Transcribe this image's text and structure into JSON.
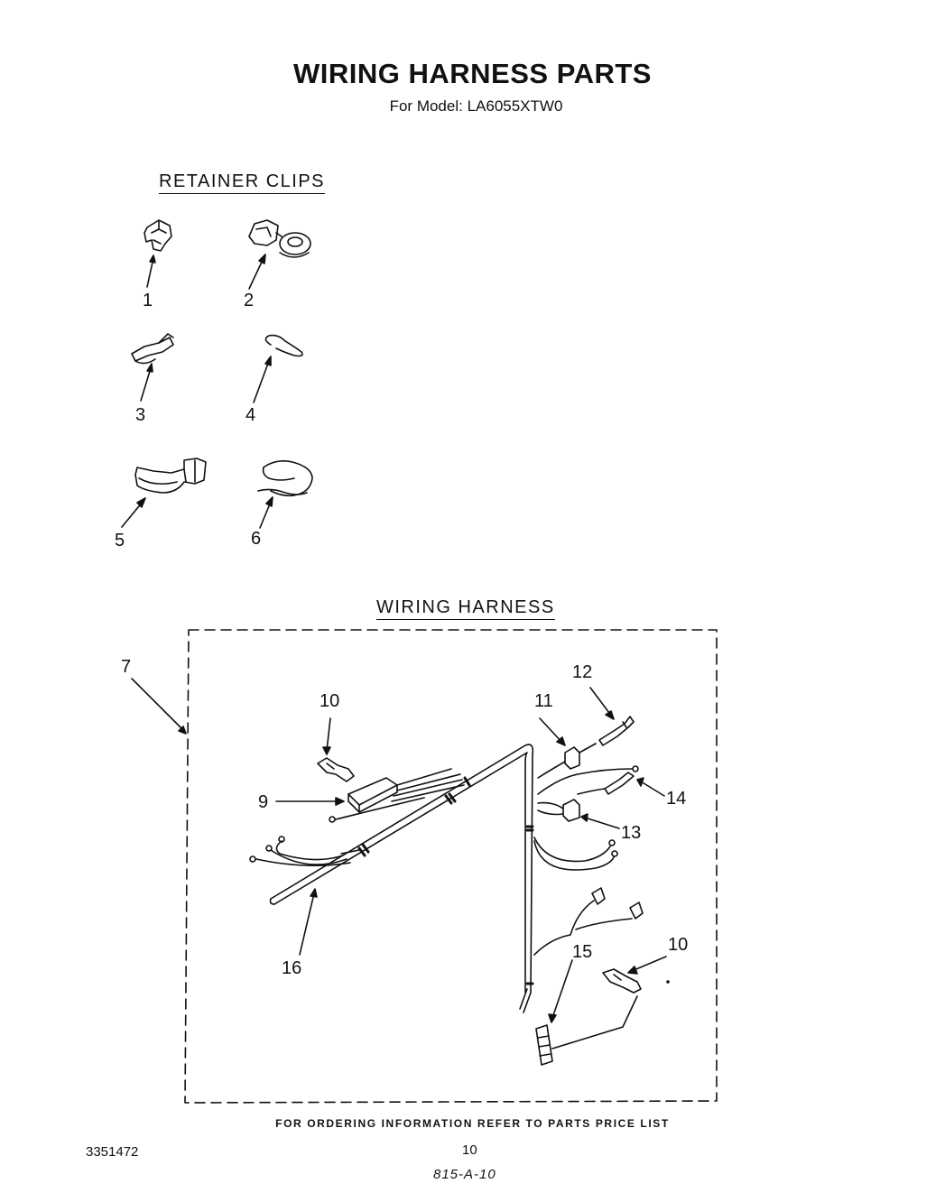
{
  "header": {
    "title": "WIRING HARNESS PARTS",
    "subtitle": "For Model: LA6055XTW0"
  },
  "sections": {
    "retainer_clips": "RETAINER CLIPS",
    "wiring_harness": "WIRING HARNESS"
  },
  "callouts": {
    "c1": "1",
    "c2": "2",
    "c3": "3",
    "c4": "4",
    "c5": "5",
    "c6": "6",
    "c7": "7",
    "c9": "9",
    "c10a": "10",
    "c10b": "10",
    "c11": "11",
    "c12": "12",
    "c13": "13",
    "c14": "14",
    "c15": "15",
    "c16": "16"
  },
  "footer": {
    "note": "FOR ORDERING INFORMATION REFER TO PARTS PRICE LIST",
    "doc_number": "3351472",
    "page_number": "10",
    "handwritten_code": "815-A-10"
  }
}
